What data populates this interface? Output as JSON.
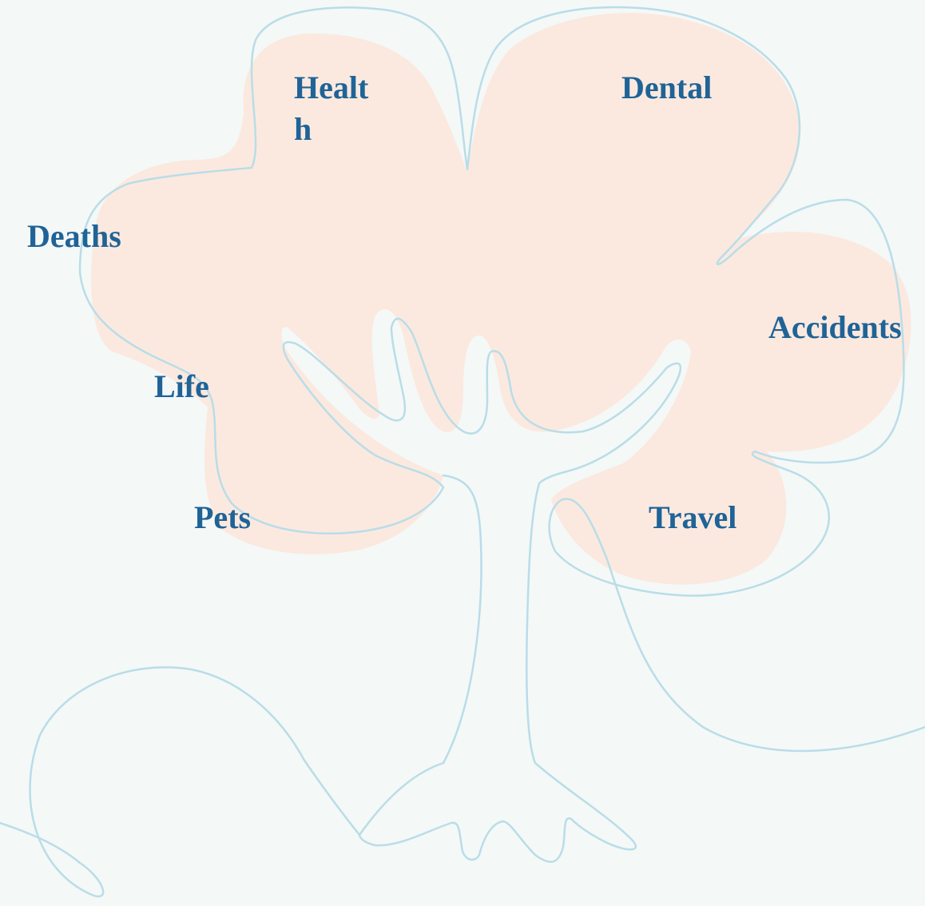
{
  "colors": {
    "background": "#f4f8f7",
    "canopy_fill": "#fbe9df",
    "outline_stroke": "#b9dde8",
    "label_text": "#1f6397"
  },
  "labels": {
    "health": "Health",
    "dental": "Dental",
    "deaths": "Deaths",
    "accidents": "Accidents",
    "life": "Life",
    "pets": "Pets",
    "travel": "Travel"
  }
}
